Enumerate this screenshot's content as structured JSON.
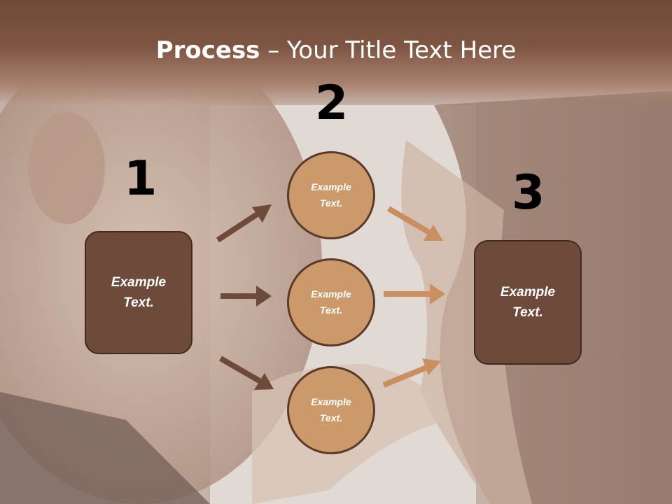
{
  "title": {
    "bold": "Process",
    "rest": " – Your Title Text Here"
  },
  "steps": [
    "1",
    "2",
    "3"
  ],
  "left_box": "Example Text.",
  "circles": [
    "Example Text.",
    "Example Text.",
    "Example Text."
  ],
  "right_box": "Example Text.",
  "colors": {
    "box": "#6e4a3a",
    "circle": "#cc996a",
    "arrow_dark": "#6e4a3a",
    "arrow_light": "#c98f5f",
    "band": "#7f5643"
  }
}
